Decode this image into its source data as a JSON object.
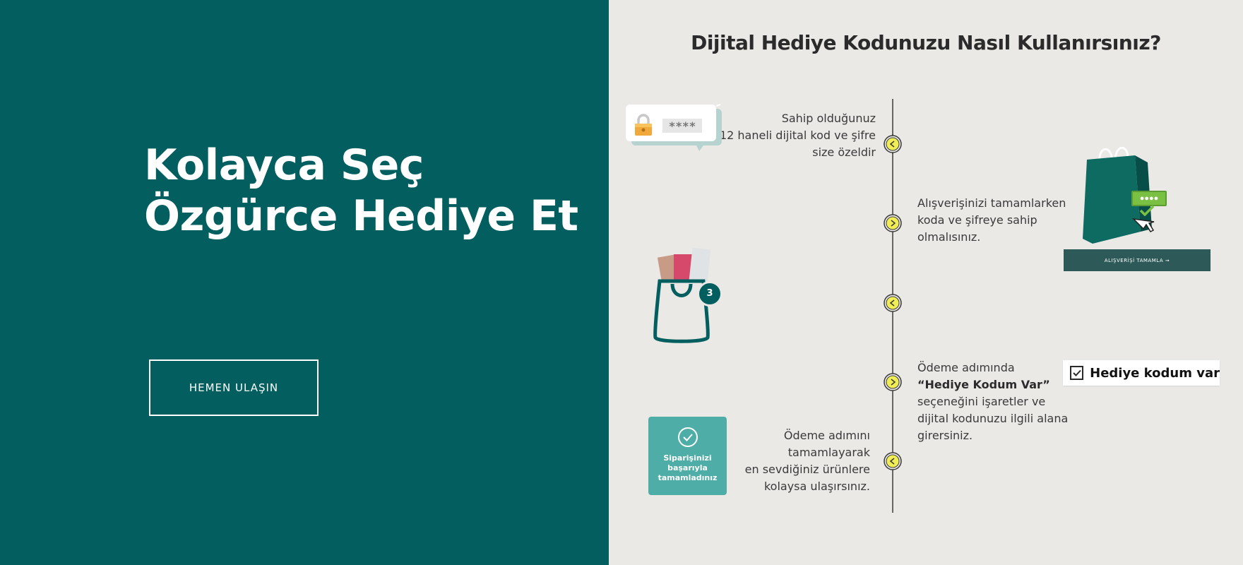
{
  "hero": {
    "title_line1": "Kolayca Seç",
    "title_line2": "Özgürce Hediye Et",
    "cta_label": "HEMEN ULAŞIN"
  },
  "howto": {
    "title": "Dijital Hediye Kodunuzu Nasıl Kullanırsınız?",
    "steps": [
      {
        "lines": [
          "Sahip olduğunuz",
          "12 haneli dijital kod ve şifre",
          "size özeldir"
        ]
      },
      {
        "lines": [
          "Alışverişinizi tamamlarken",
          "koda ve şifreye sahip",
          "olmalısınız."
        ]
      },
      {
        "lines": []
      },
      {
        "lines": [
          "Ödeme adımında",
          "“Hediye Kodum Var”",
          "seçeneğini işaretler ve",
          "dijital kodunuzu ilgili alana",
          "girersiniz."
        ]
      },
      {
        "lines": [
          "Ödeme adımını",
          "tamamlayarak",
          "en sevdiğiniz ürünlere",
          "kolaysa ulaşırsınız."
        ]
      }
    ],
    "illustrations": {
      "lock_code": "****",
      "bag_code": "●●●●",
      "complete_button": "ALIŞVERİŞİ TAMAMLA ➞",
      "cart_count": "3",
      "gift_checkbox_label": "Hediye kodum var",
      "success_lines": [
        "Siparişinizi",
        "başarıyla",
        "tamamladınız"
      ]
    }
  },
  "colors": {
    "brand_teal": "#025e5f",
    "panel_bg": "#ebe9e6",
    "accent_yellow": "#f1ee55",
    "success_teal": "#4fada7",
    "code_green": "#7ac143"
  }
}
